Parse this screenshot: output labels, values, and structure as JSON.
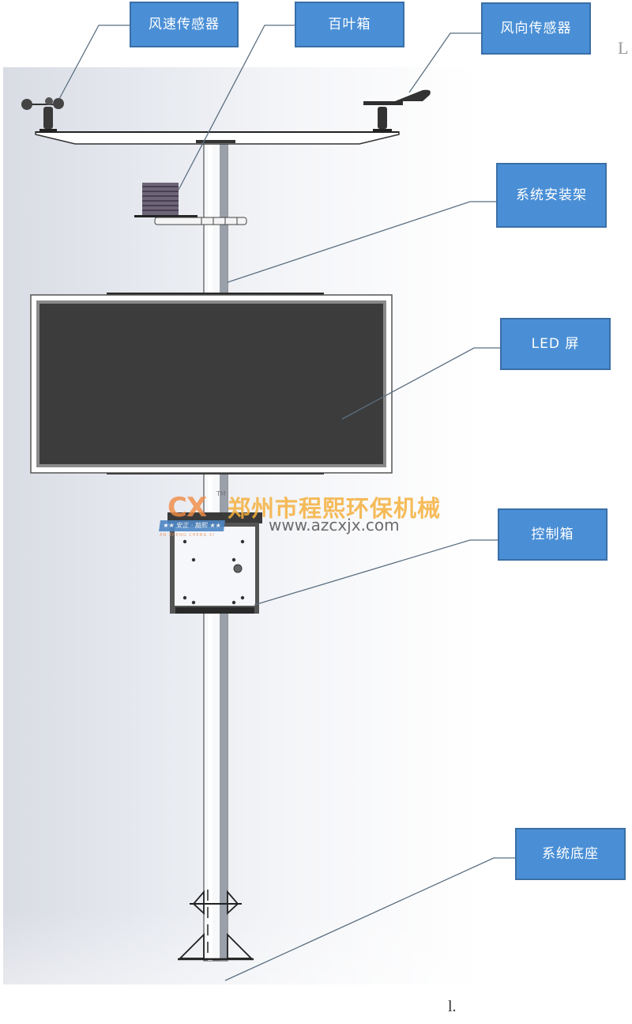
{
  "diagram": {
    "type": "equipment-component-diagram",
    "subject": "weather monitoring pole with LED screen",
    "labels": {
      "wind_speed_sensor": "风速传感器",
      "louver_box": "百叶箱",
      "wind_direction_sensor": "风向传感器",
      "mounting_frame": "系统安装架",
      "led_screen": "LED 屏",
      "control_box": "控制箱",
      "base": "系统底座"
    },
    "colors": {
      "label_fill": "#4a8fd6",
      "label_border": "#3a6fa6",
      "label_text": "#ffffff",
      "leader_line": "#5b6f80",
      "screen_fill": "#3b3b3b",
      "background_gradient_start": "#d9dce4"
    }
  },
  "watermark": {
    "logo": "CX",
    "trademark": "TM",
    "ribbon": "★★ 安正 · 豁熙 ★★",
    "pinyin": "AN ZHENG CHENG XI",
    "company": "郑州市程熙环保机械",
    "url": "www.azcxjx.com"
  },
  "stray_marks": {
    "top_right": "L",
    "bottom": "l."
  }
}
